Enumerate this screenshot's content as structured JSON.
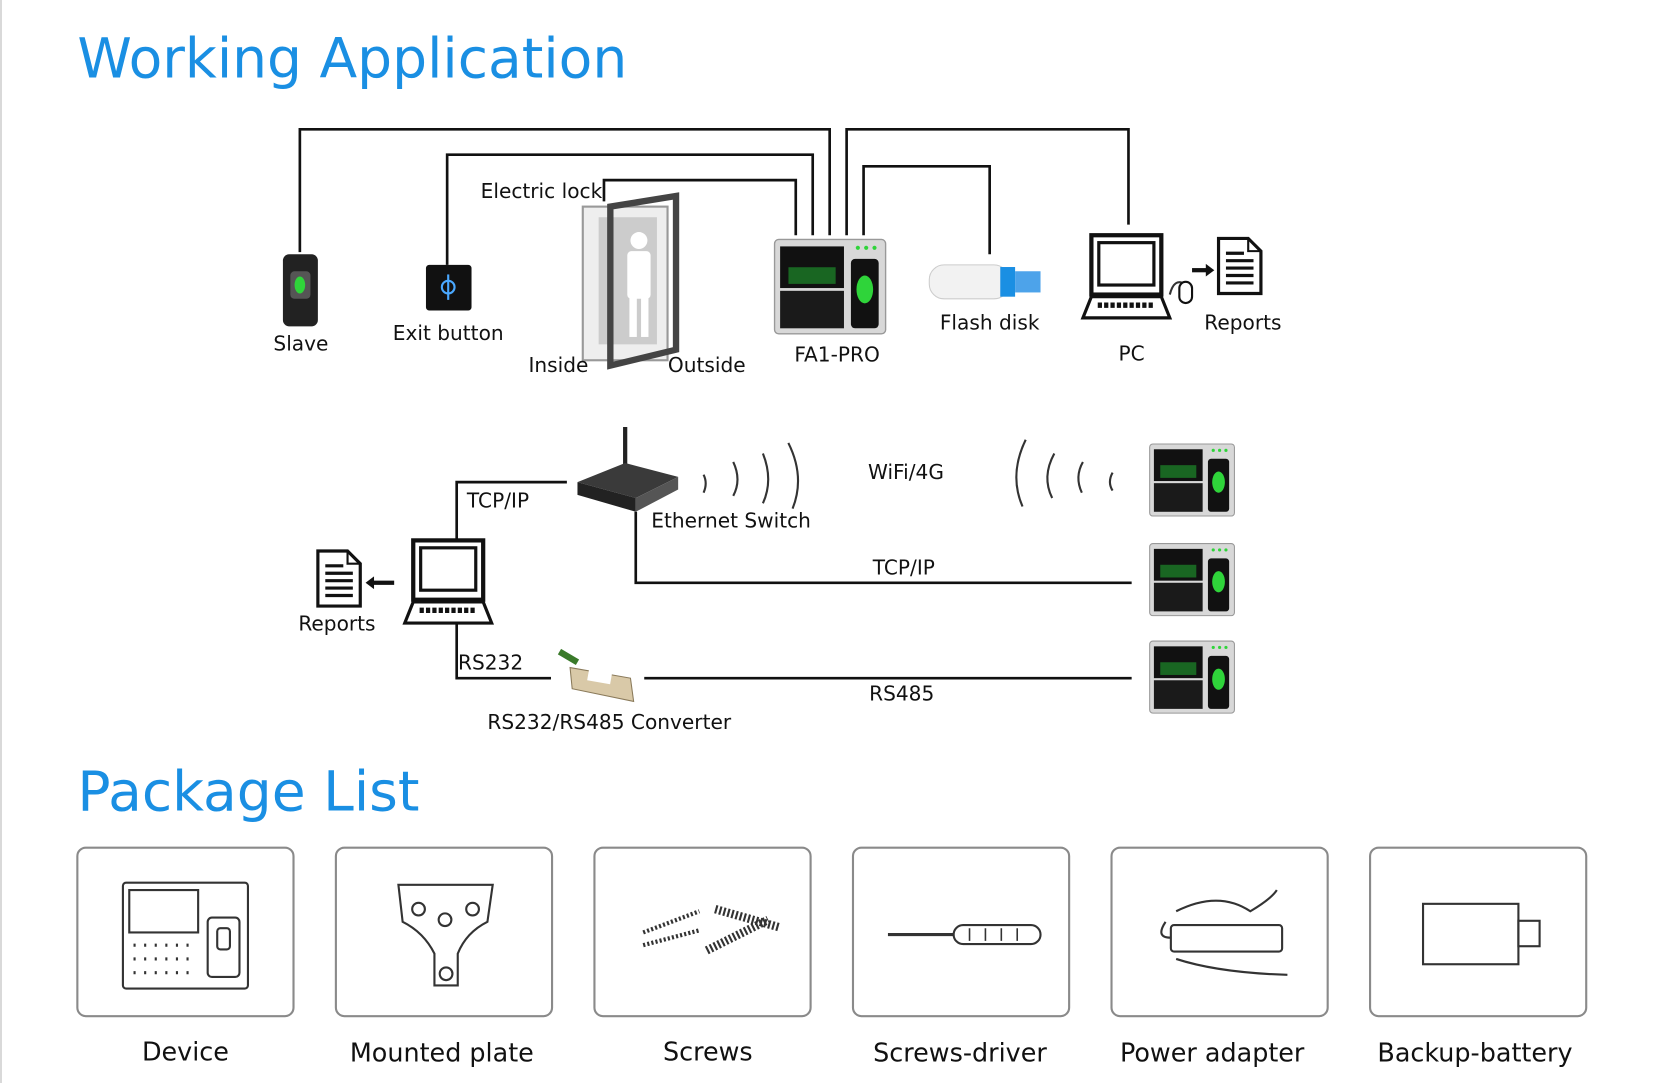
{
  "working_application": {
    "title": "Working Application",
    "top_labels": {
      "slave": "Slave",
      "exit_button": "Exit button",
      "electric_lock": "Electric lock",
      "inside": "Inside",
      "outside": "Outside",
      "device": "FA1-PRO",
      "flash_disk": "Flash disk",
      "pc": "PC",
      "reports": "Reports"
    },
    "network_labels": {
      "tcpip_left": "TCP/IP",
      "ethernet_switch": "Ethernet Switch",
      "wifi": "WiFi/4G",
      "tcpip_line": "TCP/IP",
      "reports": "Reports",
      "rs232": "RS232",
      "rs485": "RS485",
      "converter": "RS232/RS485 Converter"
    }
  },
  "package_list": {
    "title": "Package List",
    "items": [
      {
        "label": "Device",
        "icon": "device-icon"
      },
      {
        "label": "Mounted plate",
        "icon": "mounting-plate-icon"
      },
      {
        "label": "Screws",
        "icon": "screws-icon"
      },
      {
        "label": "Screws-driver",
        "icon": "screwdriver-icon"
      },
      {
        "label": "Power adapter",
        "icon": "power-adapter-icon"
      },
      {
        "label": "Backup-battery",
        "icon": "battery-icon"
      }
    ]
  },
  "colors": {
    "heading": "#1a8fe3",
    "wire": "#111111",
    "device_screen": "#1c8a2a"
  }
}
